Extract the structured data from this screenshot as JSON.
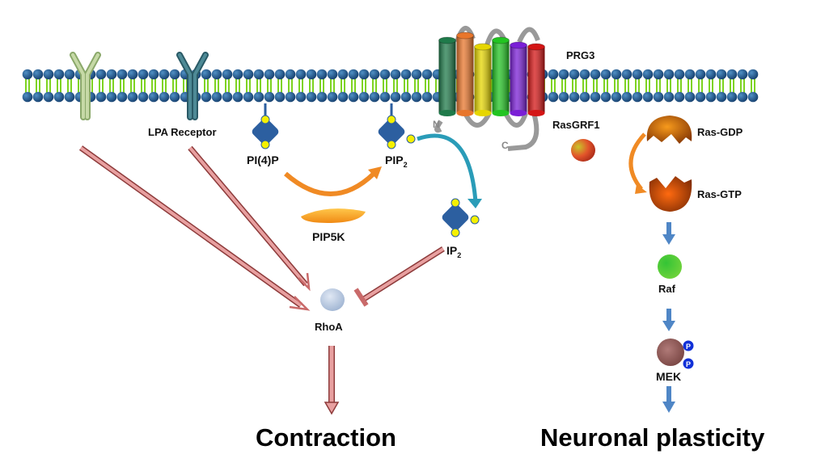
{
  "labels": {
    "lpa_receptor": "LPA Receptor",
    "prg3": "PRG3",
    "rasgrf1": "RasGRF1",
    "pi4p": "PI(4)P",
    "pip2_main": "PIP",
    "pip2_sub": "2",
    "pip5k": "PIP5K",
    "ip2_main": "IP",
    "ip2_sub": "2",
    "rhoa": "RhoA",
    "ras_gdp": "Ras-GDP",
    "ras_gtp": "Ras-GTP",
    "raf": "Raf",
    "mek": "MEK",
    "phospho": "P",
    "n_terminus": "N",
    "c_terminus": "C"
  },
  "outcomes": {
    "left": "Contraction",
    "right": "Neuronal plasticity"
  },
  "prg3_helix_colors": [
    "#1f7a4a",
    "#e8762c",
    "#e6d600",
    "#22c422",
    "#7a1fd6",
    "#d41515"
  ],
  "colors": {
    "lipid_head": "#1e5a8e",
    "lipid_tail": "#7ed321",
    "inositol": "#2c5fa0",
    "phosphate": "#f5f000",
    "inhibit_arrow": "#c96a6a",
    "pathway_arrow": "#4f86c6",
    "enzyme_arrow": "#f08a24",
    "hydrolysis_arrow": "#2a9cb8"
  }
}
